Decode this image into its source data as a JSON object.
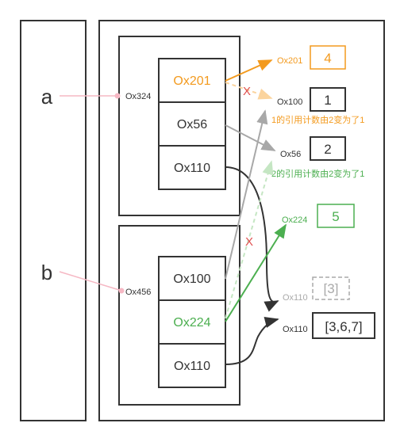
{
  "variables": {
    "a": "a",
    "b": "b",
    "a_address": "Ox324",
    "b_address": "Ox456"
  },
  "object_a": {
    "cells": [
      "Ox201",
      "Ox56",
      "Ox110"
    ]
  },
  "object_b": {
    "cells": [
      "Ox100",
      "Ox224",
      "Ox110"
    ]
  },
  "heap": {
    "ox201": {
      "address": "Ox201",
      "value": "4"
    },
    "ox100": {
      "address": "Ox100",
      "value": "1"
    },
    "ox56": {
      "address": "Ox56",
      "value": "2"
    },
    "ox224": {
      "address": "Ox224",
      "value": "5"
    },
    "ox110_old": {
      "address": "Ox110",
      "value": "[3]"
    },
    "ox110_new": {
      "address": "Ox110",
      "value": "[3,6,7]"
    }
  },
  "annotations": {
    "refcount_1": "1的引用计数由2变为了1",
    "refcount_2": "2的引用计数由2变为了1",
    "cross_mark": "X"
  },
  "colors": {
    "orange": "#f39a1e",
    "orange_light": "#fbd49e",
    "green": "#4caf50",
    "green_light": "#c5e6c3",
    "gray_arrow": "#a8a8a8",
    "pink": "#f6b8c4",
    "red": "#e05050",
    "dark": "#333333"
  }
}
